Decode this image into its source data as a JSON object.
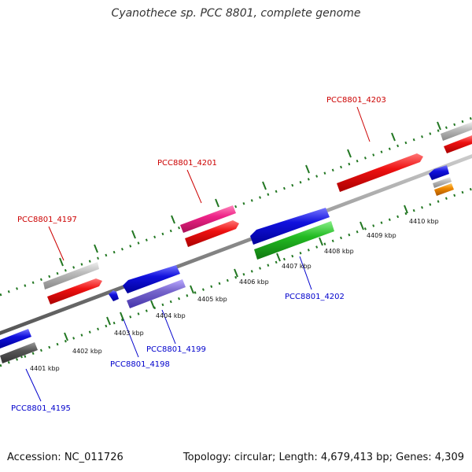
{
  "title": "Cyanothece sp. PCC 8801, complete genome",
  "footer": {
    "accession": "Accession: NC_011726",
    "summary": "Topology: circular; Length: 4,679,413 bp; Genes: 4,309"
  },
  "scale_labels": [
    "4401 kbp",
    "4402 kbp",
    "4403 kbp",
    "4404 kbp",
    "4405 kbp",
    "4406 kbp",
    "4407 kbp",
    "4408 kbp",
    "4409 kbp",
    "4410 kbp"
  ],
  "gene_labels": {
    "g4195": "PCC8801_4195",
    "g4197": "PCC8801_4197",
    "g4198": "PCC8801_4198",
    "g4199": "PCC8801_4199",
    "g4201": "PCC8801_4201",
    "g4202": "PCC8801_4202",
    "g4203": "PCC8801_4203"
  },
  "colors": {
    "forward_label": "#cc0000",
    "reverse_label": "#0000cc",
    "red": "#ee1111",
    "blue": "#1111dd",
    "green": "#22bb22",
    "magenta": "#ee2288",
    "lavender": "#7766cc",
    "gray": "#bbbbbb",
    "darkgray": "#555555",
    "orange": "#ee8800",
    "tick": "#227722"
  }
}
